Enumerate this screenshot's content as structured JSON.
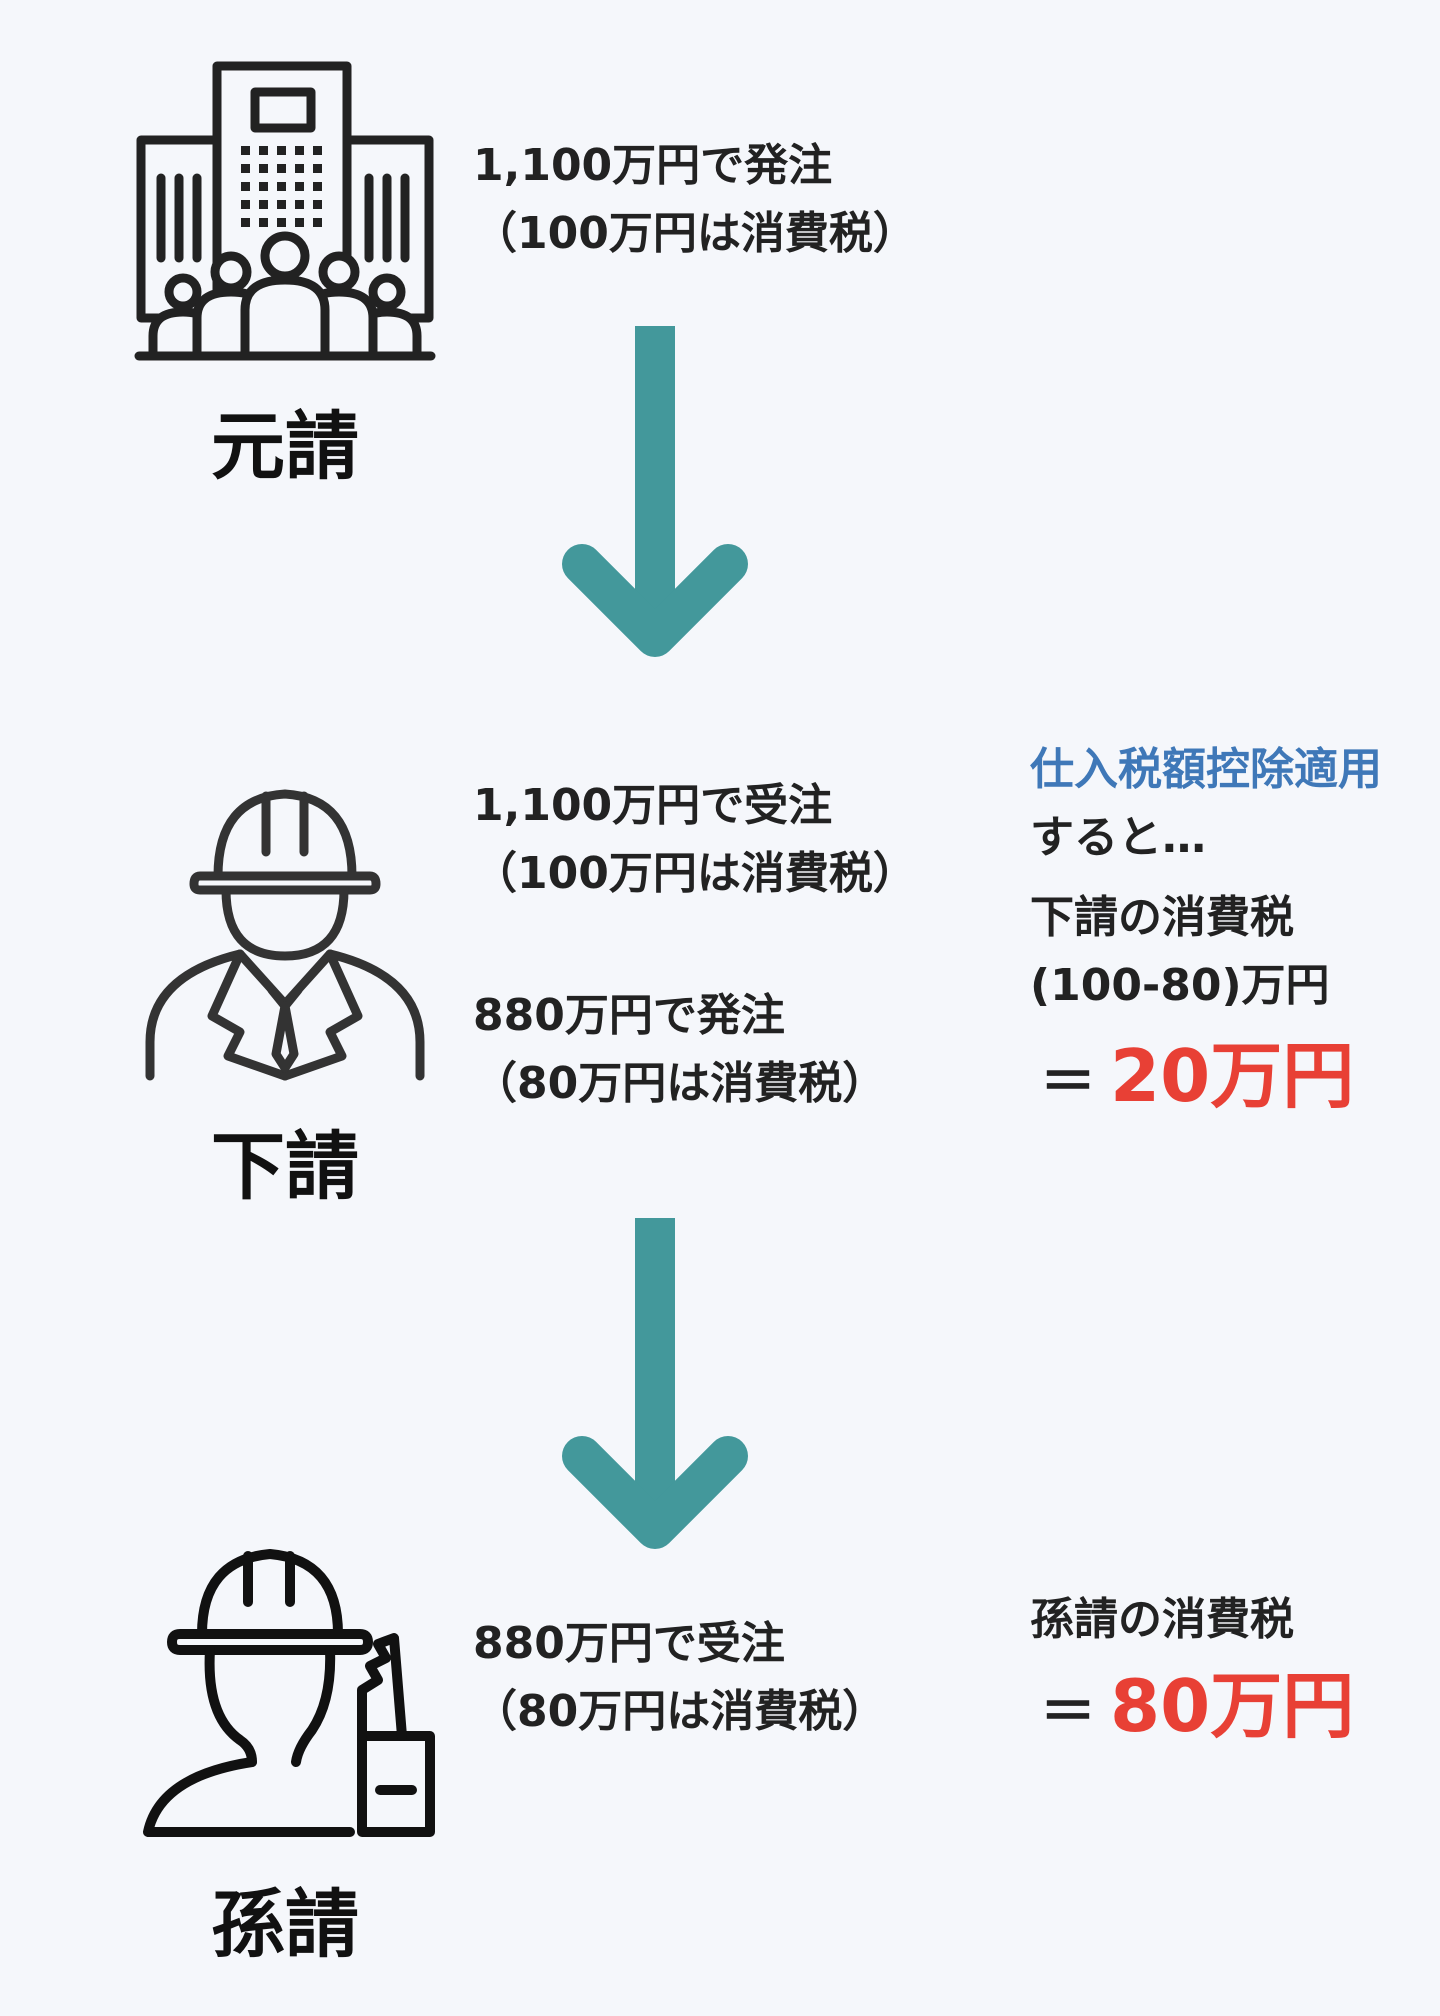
{
  "colors": {
    "background": "#f5f7fb",
    "arrow": "#43989b",
    "highlight_red": "#e84035",
    "highlight_blue": "#3f78b8",
    "icon_stroke": "#222222"
  },
  "stages": {
    "contractor": {
      "icon": "office-building-people-icon",
      "label": "元請",
      "order_line1": "1,100万円で発注",
      "order_line2": "（100万円は消費税）"
    },
    "subcontractor": {
      "icon": "hard-hat-worker-icon",
      "label": "下請",
      "receive_line1": "1,100万円で受注",
      "receive_line2": "（100万円は消費税）",
      "order_line1": "880万円で発注",
      "order_line2": "（80万円は消費税）",
      "note": {
        "heading": "仕入税額控除適用",
        "heading_suffix": "すると…",
        "tax_label": "下請の消費税",
        "formula": "(100-80)万円",
        "equals": "＝",
        "result": "20万円"
      }
    },
    "second_subcontractor": {
      "icon": "worker-with-saw-icon",
      "label": "孫請",
      "receive_line1": "880万円で受注",
      "receive_line2": "（80万円は消費税）",
      "note": {
        "tax_label": "孫請の消費税",
        "equals": "＝",
        "result": "80万円"
      }
    }
  }
}
